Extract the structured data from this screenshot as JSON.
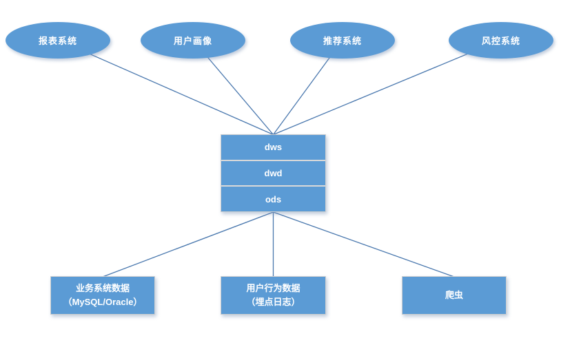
{
  "diagram": {
    "consumers": [
      {
        "label": "报表系统"
      },
      {
        "label": "用户画像"
      },
      {
        "label": "推荐系统"
      },
      {
        "label": "风控系统"
      }
    ],
    "layers": [
      {
        "label": "dws"
      },
      {
        "label": "dwd"
      },
      {
        "label": "ods"
      }
    ],
    "sources": [
      {
        "line1": "业务系统数据",
        "line2": "（MySQL/Oracle）"
      },
      {
        "line1": "用户行为数据",
        "line2": "（埋点日志）"
      },
      {
        "line1": "爬虫"
      }
    ],
    "colors": {
      "shape_fill": "#5B9BD5",
      "connector": "#4A78AE",
      "rect_border": "#CFCFCF",
      "divider": "#D9D9D9",
      "text": "#FFFFFF",
      "background": "#FFFFFF"
    }
  }
}
